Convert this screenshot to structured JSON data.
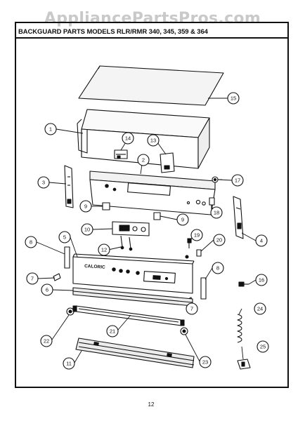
{
  "watermark": "AppliancePartsPros.com",
  "title": "BACKGUARD PARTS MODELS RLR/RMR 340, 345, 359 & 364",
  "page_number": "12",
  "panel_brand": "CALORIC",
  "callouts": [
    "1",
    "2",
    "3",
    "4",
    "5",
    "6",
    "7",
    "7",
    "8",
    "8",
    "9",
    "9",
    "10",
    "11",
    "12",
    "13",
    "14",
    "15",
    "16",
    "17",
    "18",
    "19",
    "20",
    "21",
    "22",
    "23",
    "24",
    "25"
  ],
  "callout_list": [
    {
      "num": "15"
    },
    {
      "num": "1"
    },
    {
      "num": "14"
    },
    {
      "num": "13"
    },
    {
      "num": "2"
    },
    {
      "num": "3"
    },
    {
      "num": "17"
    },
    {
      "num": "9"
    },
    {
      "num": "18"
    },
    {
      "num": "9"
    },
    {
      "num": "10"
    },
    {
      "num": "4"
    },
    {
      "num": "19"
    },
    {
      "num": "5"
    },
    {
      "num": "8"
    },
    {
      "num": "20"
    },
    {
      "num": "12"
    },
    {
      "num": "8"
    },
    {
      "num": "7"
    },
    {
      "num": "16"
    },
    {
      "num": "6"
    },
    {
      "num": "7"
    },
    {
      "num": "24"
    },
    {
      "num": "22"
    },
    {
      "num": "21"
    },
    {
      "num": "23"
    },
    {
      "num": "25"
    },
    {
      "num": "11"
    }
  ],
  "colors": {
    "line": "#111111",
    "background": "#ffffff",
    "watermark": "#c9c9c9"
  }
}
